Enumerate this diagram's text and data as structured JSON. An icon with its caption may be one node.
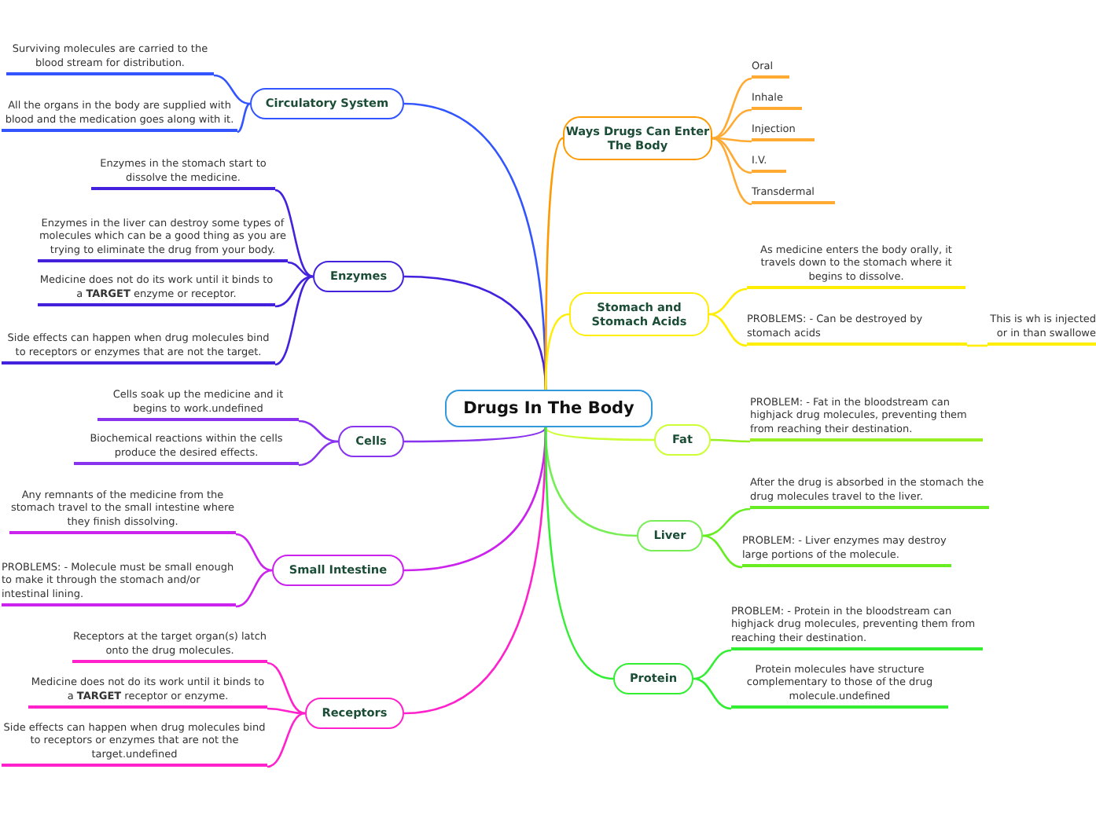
{
  "diagram": {
    "nodes": [
      {
        "text": [
          "Drugs In The Body"
        ]
      },
      {
        "text": [
          "Circulatory System"
        ]
      },
      {
        "text": [
          "Surviving molecules are carried to the blood stream for distribution."
        ]
      },
      {
        "text": [
          "All the organs in the body are supplied with blood and the medication goes along with it."
        ]
      },
      {
        "text": [
          "Enzymes"
        ]
      },
      {
        "text": [
          "Enzymes in the stomach start to dissolve the medicine."
        ]
      },
      {
        "text": [
          "Enzymes in the liver can destroy some types of molecules which can be a good thing as you are trying to eliminate the drug from your body."
        ]
      },
      {
        "text": [
          "Medicine does not do its work until it binds to a **TARGET** enzyme or receptor."
        ]
      },
      {
        "text": [
          "Side effects can happen when drug molecules bind to receptors or enzymes that are not the target."
        ]
      },
      {
        "text": [
          "Cells"
        ]
      },
      {
        "text": [
          "Cells soak up the medicine and it begins to work.undefined"
        ]
      },
      {
        "text": [
          "Biochemical reactions within the cells produce the desired effects."
        ]
      },
      {
        "text": [
          "Small Intestine"
        ]
      },
      {
        "text": [
          "Any remnants of the medicine from the stomach travel to the small intestine where they finish dissolving."
        ]
      },
      {
        "text": [
          "PROBLEMS: - Molecule must be small enough to make it through the stomach and/or intestinal lining."
        ]
      },
      {
        "text": [
          "Receptors"
        ]
      },
      {
        "text": [
          "Receptors at the target organ(s) latch onto the drug molecules."
        ]
      },
      {
        "text": [
          "Medicine does not do its work until it binds to a **TARGET** receptor or enzyme."
        ]
      },
      {
        "text": [
          "Side effects can happen when drug molecules bind to receptors or enzymes that are not the target.undefined"
        ]
      },
      {
        "text": [
          "Ways Drugs Can Enter The Body"
        ]
      },
      {
        "text": [
          "Oral"
        ]
      },
      {
        "text": [
          "Inhale"
        ]
      },
      {
        "text": [
          "Injection"
        ]
      },
      {
        "text": [
          "I.V."
        ]
      },
      {
        "text": [
          "Transdermal"
        ]
      },
      {
        "text": [
          "Stomach and Stomach Acids"
        ]
      },
      {
        "text": [
          "As medicine enters the body orally, it travels down to the stomach where it begins to dissolve."
        ]
      },
      {
        "text": [
          "PROBLEMS: - Can be destroyed by stomach acids"
        ]
      },
      {
        "text": [
          "This is wh is injected or in than swallowe"
        ]
      },
      {
        "text": [
          "Fat"
        ]
      },
      {
        "text": [
          "PROBLEM: - Fat in the bloodstream can highjack drug molecules, preventing them from reaching their destination."
        ]
      },
      {
        "text": [
          "Liver"
        ]
      },
      {
        "text": [
          "After the drug is absorbed in the stomach the drug molecules travel to the liver."
        ]
      },
      {
        "text": [
          "PROBLEM: - Liver enzymes may destroy large portions of the molecule."
        ]
      },
      {
        "text": [
          "Protein"
        ]
      },
      {
        "text": [
          "PROBLEM: - Protein in the bloodstream can highjack drug molecules, preventing them from reaching their destination."
        ]
      },
      {
        "text": [
          "Protein molecules have structure complementary to those of the drug molecule.undefined"
        ]
      }
    ],
    "edges": [
      {
        "from": 0,
        "to": 1,
        "arrow": "none",
        "color": "#3355ff"
      },
      {
        "from": 1,
        "to": 2,
        "arrow": "none",
        "color": "#3355ff"
      },
      {
        "from": 1,
        "to": 3,
        "arrow": "none",
        "color": "#3355ff"
      },
      {
        "from": 0,
        "to": 4,
        "arrow": "none",
        "color": "#4422dd"
      },
      {
        "from": 4,
        "to": 5,
        "arrow": "none",
        "color": "#4422dd"
      },
      {
        "from": 4,
        "to": 6,
        "arrow": "none",
        "color": "#4422dd"
      },
      {
        "from": 4,
        "to": 7,
        "arrow": "none",
        "color": "#4422dd"
      },
      {
        "from": 4,
        "to": 8,
        "arrow": "none",
        "color": "#4422dd"
      },
      {
        "from": 0,
        "to": 9,
        "arrow": "none",
        "color": "#8833ee"
      },
      {
        "from": 9,
        "to": 10,
        "arrow": "none",
        "color": "#8833ee"
      },
      {
        "from": 9,
        "to": 11,
        "arrow": "none",
        "color": "#8833ee"
      },
      {
        "from": 0,
        "to": 12,
        "arrow": "none",
        "color": "#cc22ee"
      },
      {
        "from": 12,
        "to": 13,
        "arrow": "none",
        "color": "#cc22ee"
      },
      {
        "from": 12,
        "to": 14,
        "arrow": "none",
        "color": "#cc22ee"
      },
      {
        "from": 0,
        "to": 15,
        "arrow": "none",
        "color": "#ff22cc"
      },
      {
        "from": 15,
        "to": 16,
        "arrow": "none",
        "color": "#ff22cc"
      },
      {
        "from": 15,
        "to": 17,
        "arrow": "none",
        "color": "#ff22cc"
      },
      {
        "from": 15,
        "to": 18,
        "arrow": "none",
        "color": "#ff22cc"
      },
      {
        "from": 0,
        "to": 19,
        "arrow": "none",
        "color": "#ff9900"
      },
      {
        "from": 19,
        "to": 20,
        "arrow": "none",
        "color": "#ffaa33"
      },
      {
        "from": 19,
        "to": 21,
        "arrow": "none",
        "color": "#ffaa33"
      },
      {
        "from": 19,
        "to": 22,
        "arrow": "none",
        "color": "#ffaa33"
      },
      {
        "from": 19,
        "to": 23,
        "arrow": "none",
        "color": "#ffaa33"
      },
      {
        "from": 19,
        "to": 24,
        "arrow": "none",
        "color": "#ffaa33"
      },
      {
        "from": 0,
        "to": 25,
        "arrow": "none",
        "color": "#ffee00"
      },
      {
        "from": 25,
        "to": 26,
        "arrow": "none",
        "color": "#ffee00"
      },
      {
        "from": 25,
        "to": 27,
        "arrow": "none",
        "color": "#ffee00"
      },
      {
        "from": 27,
        "to": 28,
        "arrow": "none",
        "color": "#ffee00"
      },
      {
        "from": 0,
        "to": 29,
        "arrow": "none",
        "color": "#ccff33"
      },
      {
        "from": 29,
        "to": 30,
        "arrow": "none",
        "color": "#99ee22"
      },
      {
        "from": 0,
        "to": 31,
        "arrow": "none",
        "color": "#77ee55"
      },
      {
        "from": 31,
        "to": 32,
        "arrow": "none",
        "color": "#66ee22"
      },
      {
        "from": 31,
        "to": 33,
        "arrow": "none",
        "color": "#66ee22"
      },
      {
        "from": 0,
        "to": 34,
        "arrow": "none",
        "color": "#33ee33"
      },
      {
        "from": 34,
        "to": 35,
        "arrow": "none",
        "color": "#33ee33"
      },
      {
        "from": 34,
        "to": 36,
        "arrow": "none",
        "color": "#33ee33"
      }
    ]
  }
}
